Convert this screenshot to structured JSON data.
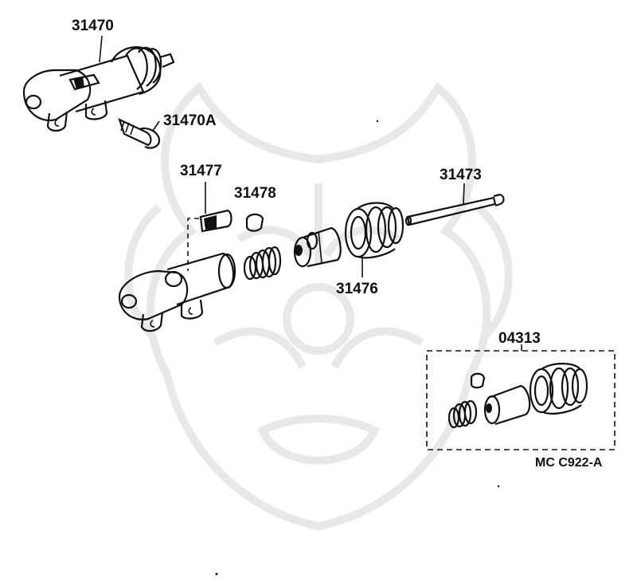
{
  "labels": {
    "p31470": "31470",
    "p31470a": "31470A",
    "p31477": "31477",
    "p31478": "31478",
    "p31473": "31473",
    "p31476": "31476",
    "p04313": "04313",
    "code": "MC  C922-A"
  },
  "colors": {
    "ink": "#111111",
    "watermark": "#e8e8e8",
    "background": "#ffffff"
  },
  "icons": {
    "watermark": "samurai-mask-watermark-icon"
  }
}
